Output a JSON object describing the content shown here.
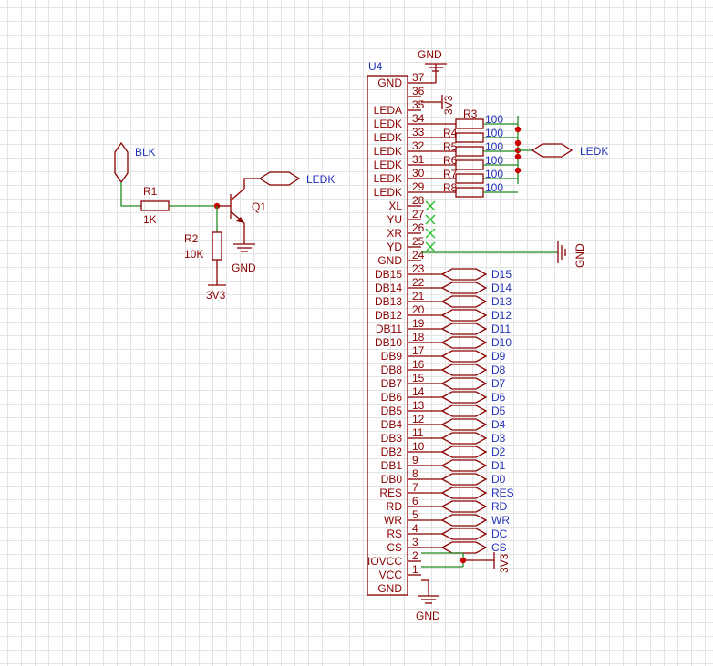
{
  "left": {
    "blk": "BLK",
    "r1_name": "R1",
    "r1_value": "1K",
    "r2_name": "R2",
    "r2_value": "10K",
    "q1": "Q1",
    "ledk": "LEDK",
    "gnd": "GND",
    "v3v3": "3V3"
  },
  "u4": {
    "name": "U4",
    "pins": [
      {
        "num": "37",
        "label": "GND"
      },
      {
        "num": "36",
        "label": ""
      },
      {
        "num": "35",
        "label": "LEDA"
      },
      {
        "num": "34",
        "label": "LEDK"
      },
      {
        "num": "33",
        "label": "LEDK"
      },
      {
        "num": "32",
        "label": "LEDK"
      },
      {
        "num": "31",
        "label": "LEDK"
      },
      {
        "num": "30",
        "label": "LEDK"
      },
      {
        "num": "29",
        "label": "LEDK"
      },
      {
        "num": "28",
        "label": "XL"
      },
      {
        "num": "27",
        "label": "YU"
      },
      {
        "num": "26",
        "label": "XR"
      },
      {
        "num": "25",
        "label": "YD"
      },
      {
        "num": "24",
        "label": "GND"
      },
      {
        "num": "23",
        "label": "DB15"
      },
      {
        "num": "22",
        "label": "DB14"
      },
      {
        "num": "21",
        "label": "DB13"
      },
      {
        "num": "20",
        "label": "DB12"
      },
      {
        "num": "19",
        "label": "DB11"
      },
      {
        "num": "18",
        "label": "DB10"
      },
      {
        "num": "17",
        "label": "DB9"
      },
      {
        "num": "16",
        "label": "DB8"
      },
      {
        "num": "15",
        "label": "DB7"
      },
      {
        "num": "14",
        "label": "DB6"
      },
      {
        "num": "13",
        "label": "DB5"
      },
      {
        "num": "12",
        "label": "DB4"
      },
      {
        "num": "11",
        "label": "DB3"
      },
      {
        "num": "10",
        "label": "DB2"
      },
      {
        "num": "9",
        "label": "DB1"
      },
      {
        "num": "8",
        "label": "DB0"
      },
      {
        "num": "7",
        "label": "RES"
      },
      {
        "num": "6",
        "label": "RD"
      },
      {
        "num": "5",
        "label": "WR"
      },
      {
        "num": "4",
        "label": "RS"
      },
      {
        "num": "3",
        "label": "CS"
      },
      {
        "num": "2",
        "label": "IOVCC"
      },
      {
        "num": "1",
        "label": "VCC"
      },
      {
        "num": "",
        "label": "GND"
      }
    ],
    "nets": [
      "D15",
      "D14",
      "D13",
      "D12",
      "D11",
      "D10",
      "D9",
      "D8",
      "D7",
      "D6",
      "D5",
      "D4",
      "D3",
      "D2",
      "D1",
      "D0",
      "RES",
      "RD",
      "WR",
      "DC",
      "CS"
    ]
  },
  "right": {
    "gnd_top": "GND",
    "gnd_bottom": "GND",
    "gnd_side": "GND",
    "v3v3_leda": "3V3",
    "v3v3_vcc": "3V3",
    "ledk": "LEDK",
    "resistors": [
      {
        "name": "R3",
        "value": "100"
      },
      {
        "name": "R4",
        "value": "100"
      },
      {
        "name": "R5",
        "value": "100"
      },
      {
        "name": "R6",
        "value": "100"
      },
      {
        "name": "R7",
        "value": "100"
      },
      {
        "name": "R8",
        "value": "100"
      }
    ]
  }
}
